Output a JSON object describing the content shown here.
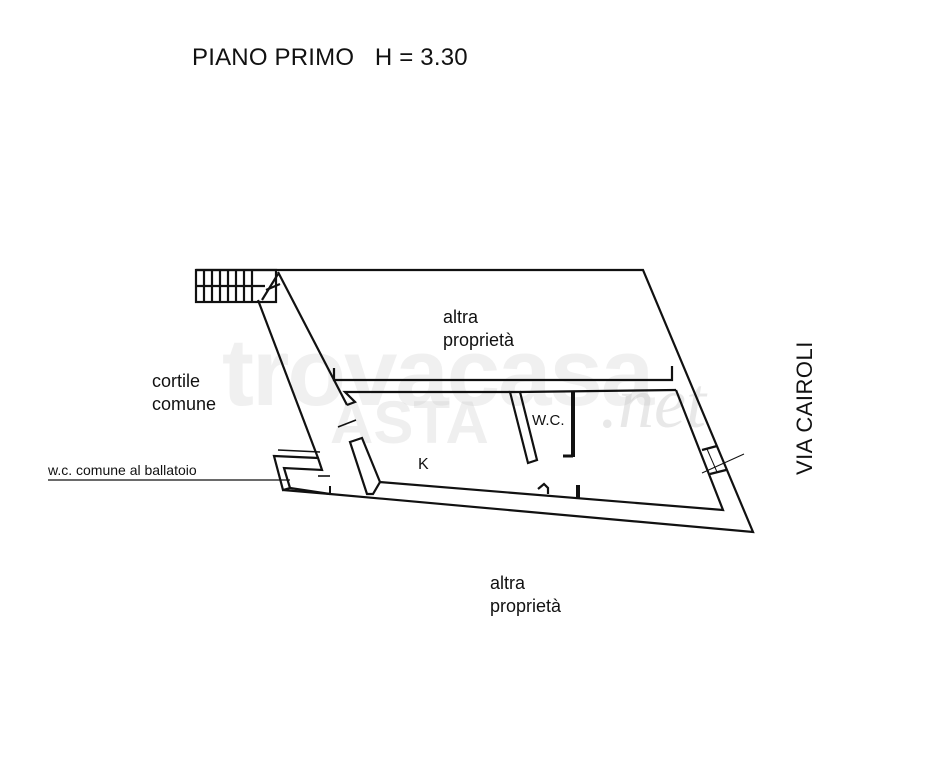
{
  "title": "PIANO PRIMO   H = 3.30",
  "labels": {
    "altra_proprieta_top": [
      "altra",
      "proprietà"
    ],
    "altra_proprieta_bottom": [
      "altra",
      "proprietà"
    ],
    "cortile_comune": [
      "cortile",
      "comune"
    ],
    "wc_comune": "w.c. comune al ballatoio",
    "wc": "W.C.",
    "kitchen": "K",
    "street": "VIA CAIROLI"
  },
  "watermark": {
    "main": "trovacasa",
    "net": ".net",
    "sub": "ASTA"
  },
  "colors": {
    "line": "#111111",
    "background": "#ffffff",
    "watermark_red": "#e07878",
    "watermark_grey": "#c8c8c8"
  }
}
